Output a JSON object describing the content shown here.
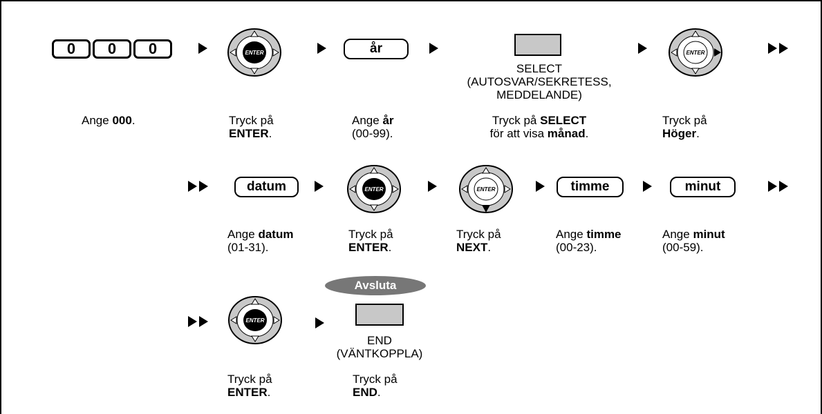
{
  "step1": {
    "keys": [
      "0",
      "0",
      "0"
    ],
    "desc_pre": "Ange ",
    "desc_bold": "000",
    "desc_post": "."
  },
  "step2": {
    "nav_label": "ENTER",
    "line1": "Tryck på",
    "line2_bold": "ENTER",
    "line2_post": "."
  },
  "step3": {
    "key": "år",
    "line1_pre": "Ange ",
    "line1_bold": "år",
    "line2": "(00-99)."
  },
  "step4": {
    "label1": "SELECT",
    "label2": "(AUTOSVAR/SEKRETESS,",
    "label3": "MEDDELANDE)",
    "line1_pre": "Tryck på ",
    "line1_bold": "SELECT",
    "line2_pre": "för att visa ",
    "line2_bold": "månad",
    "line2_post": "."
  },
  "step5": {
    "nav_label": "ENTER",
    "line1": "Tryck på",
    "line2_bold": "Höger",
    "line2_post": "."
  },
  "step6": {
    "key": "datum",
    "line1_pre": "Ange ",
    "line1_bold": "datum",
    "line2": "(01-31)."
  },
  "step7": {
    "nav_label": "ENTER",
    "line1": "Tryck på",
    "line2_bold": "ENTER",
    "line2_post": "."
  },
  "step8": {
    "nav_label": "ENTER",
    "line1": "Tryck på",
    "line2_bold": "NEXT",
    "line2_post": "."
  },
  "step9": {
    "key": "timme",
    "line1_pre": "Ange ",
    "line1_bold": "timme",
    "line2": "(00-23)."
  },
  "step10": {
    "key": "minut",
    "line1_pre": "Ange ",
    "line1_bold": "minut",
    "line2": "(00-59)."
  },
  "step11": {
    "nav_label": "ENTER",
    "line1": "Tryck på",
    "line2_bold": "ENTER",
    "line2_post": "."
  },
  "step12": {
    "badge": "Avsluta",
    "label1": "END",
    "label2": "(VÄNTKOPPLA)",
    "line1": "Tryck på",
    "line2_bold": "END",
    "line2_post": "."
  },
  "colors": {
    "ring": "#c8c8c8",
    "button": "#c8c8c8",
    "badge": "#777777"
  }
}
